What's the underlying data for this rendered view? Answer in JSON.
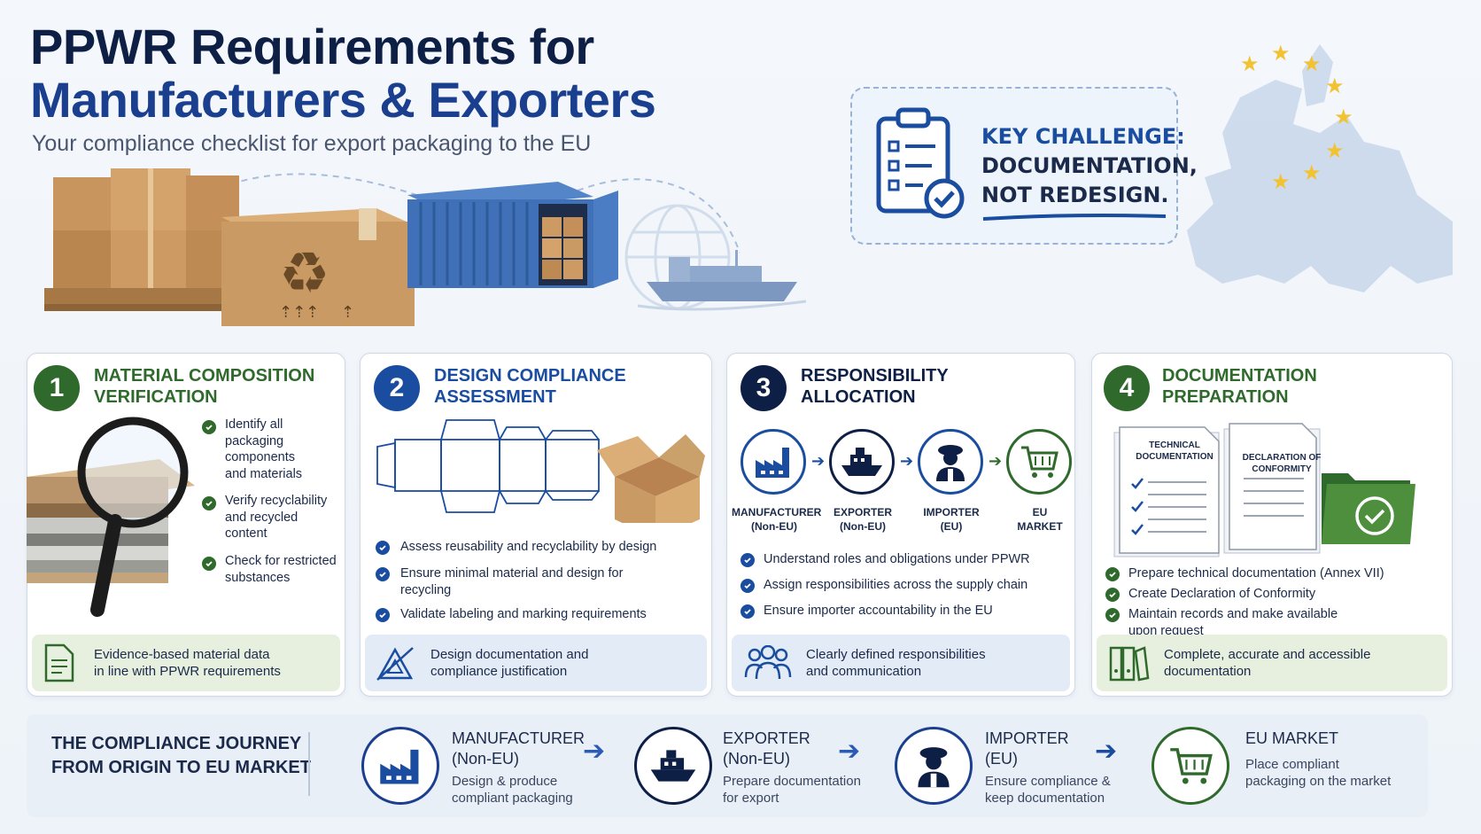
{
  "header": {
    "title_line1": "PPWR Requirements for",
    "title_line2": "Manufacturers & Exporters",
    "subtitle": "Your compliance checklist for export packaging to the EU"
  },
  "key_challenge": {
    "line1": "KEY CHALLENGE:",
    "line2": "DOCUMENTATION,",
    "line3": "NOT REDESIGN."
  },
  "steps": [
    {
      "number": "1",
      "title_line1": "MATERIAL COMPOSITION",
      "title_line2": "VERIFICATION",
      "items": [
        [
          "Identify all",
          "packaging",
          "components",
          "and materials"
        ],
        [
          "Verify recyclability",
          "and recycled",
          "content"
        ],
        [
          "Check for restricted",
          "substances"
        ]
      ],
      "footer": [
        "Evidence-based material data",
        "in line with PPWR requirements"
      ]
    },
    {
      "number": "2",
      "title_line1": "DESIGN COMPLIANCE",
      "title_line2": "ASSESSMENT",
      "items": [
        [
          "Assess reusability and recyclability by design"
        ],
        [
          "Ensure minimal material and design for",
          "recycling"
        ],
        [
          "Validate labeling and marking requirements"
        ]
      ],
      "footer": [
        "Design documentation and",
        "compliance justification"
      ]
    },
    {
      "number": "3",
      "title_line1": "RESPONSIBILITY",
      "title_line2": "ALLOCATION",
      "chain": [
        {
          "l1": "MANUFACTURER",
          "l2": "(Non-EU)"
        },
        {
          "l1": "EXPORTER",
          "l2": "(Non-EU)"
        },
        {
          "l1": "IMPORTER",
          "l2": "(EU)"
        },
        {
          "l1": "EU",
          "l2": "MARKET"
        }
      ],
      "items": [
        [
          "Understand roles and obligations under PPWR"
        ],
        [
          "Assign responsibilities across the supply chain"
        ],
        [
          "Ensure importer accountability in the EU"
        ]
      ],
      "footer": [
        "Clearly defined responsibilities",
        "and communication"
      ]
    },
    {
      "number": "4",
      "title_line1": "DOCUMENTATION",
      "title_line2": "PREPARATION",
      "doc1": [
        "TECHNICAL",
        "DOCUMENTATION"
      ],
      "doc2": [
        "DECLARATION OF",
        "CONFORMITY"
      ],
      "items": [
        [
          "Prepare technical documentation (Annex VII)"
        ],
        [
          "Create Declaration of Conformity"
        ],
        [
          "Maintain records and make available",
          "upon request"
        ]
      ],
      "footer": [
        "Complete, accurate and accessible",
        "documentation"
      ]
    }
  ],
  "journey": {
    "title_line1": "THE COMPLIANCE JOURNEY",
    "title_line2": "FROM ORIGIN TO EU MARKET",
    "stages": [
      {
        "name1": "MANUFACTURER",
        "name2": "(Non-EU)",
        "desc1": "Design & produce",
        "desc2": "compliant packaging"
      },
      {
        "name1": "EXPORTER",
        "name2": "(Non-EU)",
        "desc1": "Prepare documentation",
        "desc2": "for export"
      },
      {
        "name1": "IMPORTER",
        "name2": "(EU)",
        "desc1": "Ensure compliance &",
        "desc2": "keep documentation"
      },
      {
        "name1": "EU MARKET",
        "name2": "",
        "desc1": "Place compliant",
        "desc2": "packaging on the market"
      }
    ]
  },
  "colors": {
    "navy": "#0e1f45",
    "blue": "#1a4da0",
    "green": "#2f6a2c",
    "eu_star": "#f2c230"
  },
  "icons": [
    "recycle-icon",
    "clipboard-check-icon",
    "magnifier-icon",
    "document-icon",
    "ruler-icon",
    "people-icon",
    "binders-icon",
    "factory-icon",
    "ship-icon",
    "officer-icon",
    "cart-icon",
    "folder-check-icon",
    "check-icon",
    "arrow-right-icon",
    "globe-icon",
    "star-icon"
  ]
}
